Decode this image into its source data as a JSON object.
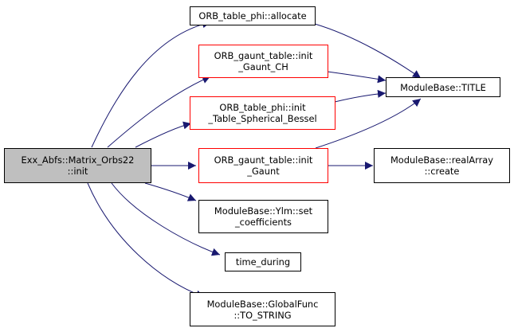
{
  "graph": {
    "root": {
      "lines": [
        "Exx_Abfs::Matrix_Orbs22",
        "::init"
      ]
    },
    "nodes": {
      "allocate": {
        "lines": [
          "ORB_table_phi::allocate",
          ""
        ]
      },
      "init_gaunt_ch": {
        "lines": [
          "ORB_gaunt_table::init",
          "_Gaunt_CH"
        ]
      },
      "init_table_sb": {
        "lines": [
          "ORB_table_phi::init",
          "_Table_Spherical_Bessel"
        ]
      },
      "init_gaunt": {
        "lines": [
          "ORB_gaunt_table::init",
          "_Gaunt"
        ]
      },
      "set_coefficients": {
        "lines": [
          "ModuleBase::Ylm::set",
          "_coefficients"
        ]
      },
      "time_during": {
        "lines": [
          "time_during",
          ""
        ]
      },
      "to_string": {
        "lines": [
          "ModuleBase::GlobalFunc",
          "::TO_STRING"
        ]
      },
      "title": {
        "lines": [
          "ModuleBase::TITLE",
          ""
        ]
      },
      "realarray_create": {
        "lines": [
          "ModuleBase::realArray",
          "::create"
        ]
      }
    },
    "colors": {
      "edge": "#191970",
      "highlight_border": "#ff0000",
      "root_fill": "#bfbfbf"
    }
  }
}
